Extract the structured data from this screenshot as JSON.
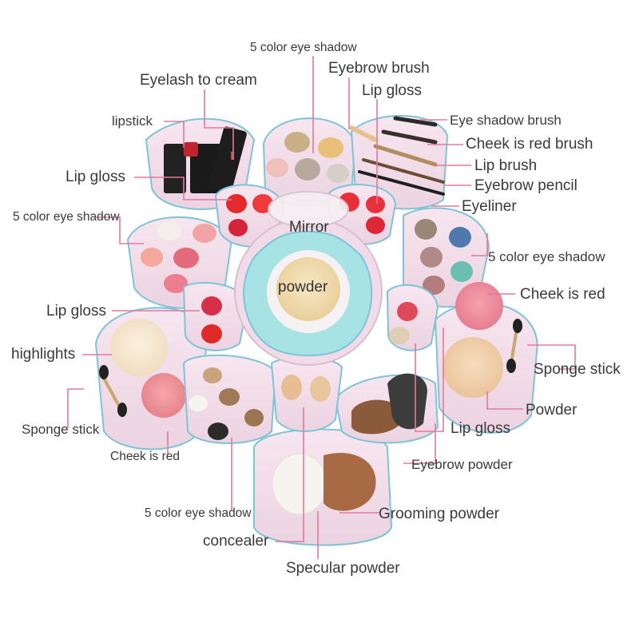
{
  "center": {
    "mirror": "Mirror",
    "powder": "powder"
  },
  "labels": {
    "five_color_eye_shadow_top": "5 color eye shadow",
    "eyebrow_brush": "Eyebrow brush",
    "eyelash_to_cream": "Eyelash to cream",
    "lip_gloss_top": "Lip gloss",
    "lipstick": "lipstick",
    "eye_shadow_brush": "Eye shadow brush",
    "cheek_is_red_brush": "Cheek is red brush",
    "lip_brush": "Lip brush",
    "lip_gloss_left_upper": "Lip gloss",
    "eyebrow_pencil": "Eyebrow pencil",
    "eyeliner": "Eyeliner",
    "five_color_eye_shadow_left": "5 color eye shadow",
    "five_color_eye_shadow_right": "5 color eye shadow",
    "cheek_is_red_right": "Cheek is red",
    "lip_gloss_left_middle": "Lip gloss",
    "highlights": "highlights",
    "sponge_stick_right": "Sponge stick",
    "powder_right": "Powder",
    "sponge_stick_left": "Sponge stick",
    "lip_gloss_bottom_right": "Lip gloss",
    "cheek_is_red_left": "Cheek is red",
    "eyebrow_powder": "Eyebrow powder",
    "five_color_eye_shadow_bottom": "5 color eye shadow",
    "grooming_powder": "Grooming powder",
    "concealer": "concealer",
    "specular_powder": "Specular powder"
  },
  "colors": {
    "leader_line": "#e07aa0",
    "case_pink": "#f3dbe8",
    "case_edge": "#7fc3d8",
    "mirror_ring": "#9fe0e3",
    "powder": "#f2dcb0"
  }
}
